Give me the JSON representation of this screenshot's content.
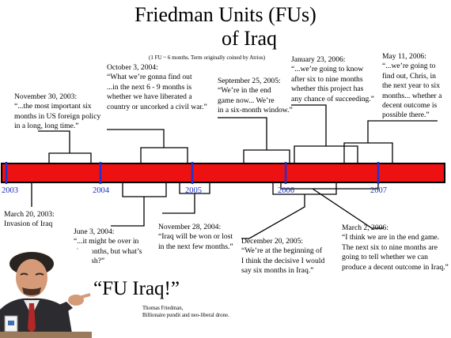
{
  "title_line1": "Friedman Units (FUs)",
  "title_line2": "of Iraq",
  "subtitle": "(1 FU ~ 6 months.  Term originally coined by Atrios)",
  "years": [
    "2003",
    "2004",
    "2005",
    "2006",
    "2007"
  ],
  "colors": {
    "bar": "#ee1111",
    "tick": "#2233cc",
    "year": "#1a2fb8"
  },
  "notes": {
    "nov2003": "November 30, 2003:\n“...the most important six\nmonths in US foreign policy\nin a long, long time.”",
    "oct2004": "October 3, 2004:\n“What we’re gonna find out\n...in the next 6 - 9 months is\nwhether we have liberated a\ncountry or uncorked a civil war.”",
    "sep2005": "September 25, 2005:\n“We’re in the end\ngame now...  We’re\nin a six-month window.”",
    "jan2006": "January 23, 2006:\n“...we’re going to know\nafter six to nine months\nwhether this project has\nany chance of succeeding.”",
    "may2006": "May 11, 2006:\n“...we’re going to\nfind out, Chris, in\nthe next year to six\nmonths... whether a\ndecent outcome is\npossible there.”",
    "mar2003": "March 20, 2003:\nInvasion of Iraq",
    "jun2004": "June 3, 2004:\n“...it might be over in\nsix months, but what’s\nthe rush?”",
    "nov2004": "November 28, 2004:\n“Iraq will be won or lost\nin the next few months.”",
    "dec2005": "December 20, 2005:\n“We’re at the beginning of\nI think the decisive I would\nsay six months in Iraq.”",
    "mar2006": "March 2, 2006:\n“I think we are in the end game.\nThe next six to nine months are\ngoing to tell whether we can\nproduce a decent outcome in Iraq.”"
  },
  "quote": "“FU Iraq!”",
  "caption_line1": "Thomas Friedman,",
  "caption_line2": "Billionaire pundit and neo-liberal drone."
}
